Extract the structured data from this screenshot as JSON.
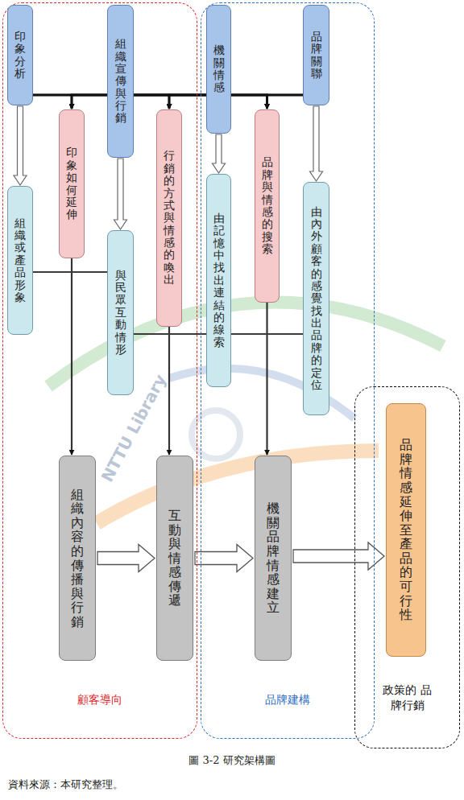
{
  "diagram": {
    "caption": "圖 3-2 研究架構圖",
    "nodes": [
      {
        "text": [
          "顧客導向"
        ]
      },
      {
        "text": [
          "品牌建構"
        ]
      },
      {
        "text": [
          "政策的 品牌行銷"
        ]
      },
      {
        "text": [
          "印象分析"
        ],
        "in": 0
      },
      {
        "text": [
          "組織宣傳與行銷"
        ],
        "in": 0
      },
      {
        "text": [
          "印象如何延伸"
        ],
        "in": 0
      },
      {
        "text": [
          "行銷的方式與情感的喚出"
        ],
        "in": 0
      },
      {
        "text": [
          "組織或產品形象"
        ],
        "in": 0
      },
      {
        "text": [
          "與民眾互動情形"
        ],
        "in": 0
      },
      {
        "text": [
          "組織內容的傳播與行銷"
        ],
        "in": 0
      },
      {
        "text": [
          "互動與情感傳遞"
        ],
        "in": 0
      },
      {
        "text": [
          "機關情感"
        ],
        "in": 1
      },
      {
        "text": [
          "品牌關聯"
        ],
        "in": 1
      },
      {
        "text": [
          "品牌與情感的搜索"
        ],
        "in": 1
      },
      {
        "text": [
          "由記憶中找出連結的線索"
        ],
        "in": 1
      },
      {
        "text": [
          "由內外顧客的感覺找出品牌的定位"
        ],
        "in": 1
      },
      {
        "text": [
          "機關品牌情感建立"
        ],
        "in": 1
      },
      {
        "text": [
          "品牌情感延伸至產品的可行性"
        ],
        "in": 2
      }
    ],
    "edges": [
      {
        "from": 3,
        "to": 5,
        "arrow": "to"
      },
      {
        "from": 3,
        "to": 6,
        "arrow": "to"
      },
      {
        "from": 3,
        "to": 13,
        "arrow": "to"
      },
      {
        "from": 4,
        "to": 5,
        "arrow": "to"
      },
      {
        "from": 4,
        "to": 6,
        "arrow": "to"
      },
      {
        "from": 4,
        "to": 13,
        "arrow": "to"
      },
      {
        "from": 11,
        "to": 5,
        "arrow": "to"
      },
      {
        "from": 11,
        "to": 6,
        "arrow": "to"
      },
      {
        "from": 11,
        "to": 13,
        "arrow": "to"
      },
      {
        "from": 12,
        "to": 5,
        "arrow": "to"
      },
      {
        "from": 12,
        "to": 6,
        "arrow": "to"
      },
      {
        "from": 12,
        "to": 13,
        "arrow": "to"
      },
      {
        "from": 3,
        "to": 7,
        "arrow": "to"
      },
      {
        "from": 4,
        "to": 8,
        "arrow": "to"
      },
      {
        "from": 11,
        "to": 14,
        "arrow": "to"
      },
      {
        "from": 12,
        "to": 15,
        "arrow": "to"
      },
      {
        "from": 5,
        "to": 9,
        "arrow": "to"
      },
      {
        "from": 6,
        "to": 10,
        "arrow": "to"
      },
      {
        "from": 13,
        "to": 16,
        "arrow": "to"
      },
      {
        "from": 7,
        "to": 8,
        "arrow": "none"
      },
      {
        "from": 8,
        "to": 15,
        "arrow": "none"
      },
      {
        "from": 9,
        "to": 10,
        "arrow": "to"
      },
      {
        "from": 10,
        "to": 16,
        "arrow": "to"
      },
      {
        "from": 16,
        "to": 17,
        "arrow": "to"
      }
    ],
    "labels": [
      "資料來源：本研究整理。",
      "NTTU Library"
    ]
  }
}
